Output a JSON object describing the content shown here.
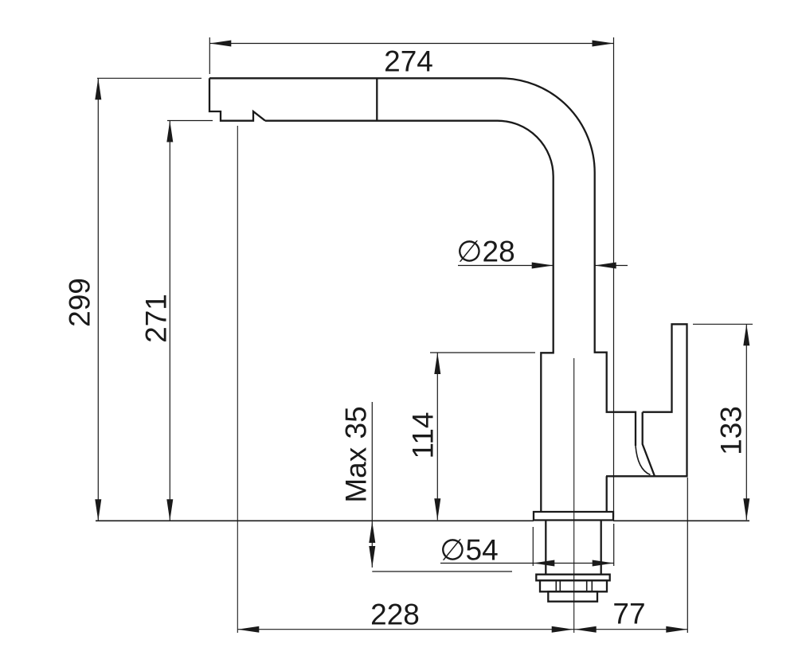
{
  "drawing": {
    "title": "faucet-installation-dimension-drawing",
    "subject": "pull-out kitchen faucet, side elevation with installation dimensions",
    "units": "mm",
    "colors": {
      "line": "#1a1a1a",
      "background": "#ffffff"
    },
    "dimensions": {
      "spout_reach": "274",
      "overall_height": "299",
      "outlet_height": "271",
      "spout_pipe_diameter": "∅28",
      "max_deck_thickness": "Max 35",
      "body_height": "114",
      "base_diameter": "∅54",
      "handle_height": "133",
      "outlet_to_axis": "228",
      "axis_to_handle": "77"
    }
  }
}
